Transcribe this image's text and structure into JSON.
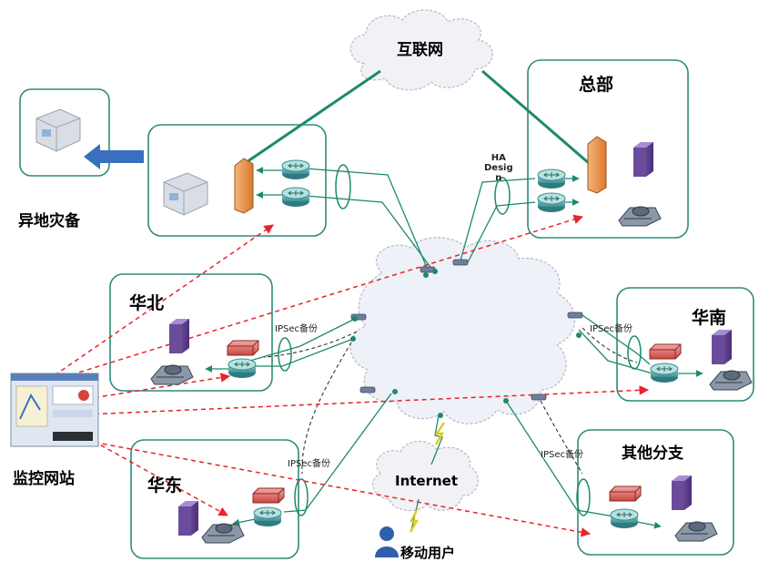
{
  "clouds": {
    "internet_cloud": "互联网",
    "mobile_cloud": "Internet"
  },
  "sites": {
    "hq": "总部",
    "north": "华北",
    "south": "华南",
    "east": "华东",
    "other": "其他分支",
    "disaster_recovery": "异地灾备",
    "monitor": "监控网站",
    "mobile_user": "移动用户"
  },
  "link_labels": {
    "ipsec_backup": "IPSec备份",
    "ha_design_lines": [
      "HA",
      "Desig",
      "n"
    ]
  },
  "colors": {
    "box_border": "#2e8b7a",
    "main_link": "#1d8a6a",
    "dashed_link": "#e8232a",
    "cloud_fill": "#eef1f7"
  },
  "icons": {
    "firewall": "firewall-icon",
    "router": "router-icon",
    "server": "server-icon",
    "phone": "ip-phone-icon",
    "storage": "storage-icon",
    "vpn": "vpn-gateway-icon",
    "monitor": "monitor-screen-icon",
    "user": "mobile-user-icon"
  }
}
